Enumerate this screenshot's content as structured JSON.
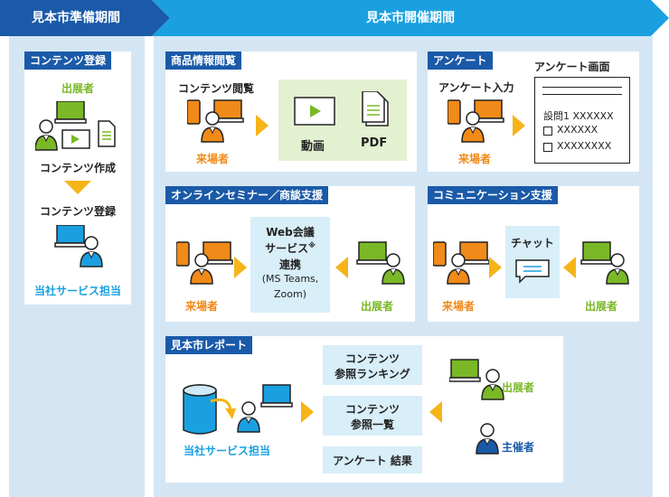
{
  "header": {
    "prep_period": "見本市準備期間",
    "event_period": "見本市開催期間"
  },
  "prep": {
    "tag": "コンテンツ登録",
    "exhibitor": "出展者",
    "create": "コンテンツ作成",
    "register": "コンテンツ登録",
    "service_staff": "当社サービス担当"
  },
  "browse": {
    "tag": "商品情報閲覧",
    "heading": "コンテンツ閲覧",
    "visitor": "来場者",
    "video": "動画",
    "pdf": "PDF"
  },
  "survey": {
    "tag": "アンケート",
    "input": "アンケート入力",
    "visitor": "来場者",
    "screen_title": "アンケート画面",
    "q1": "設問1 XXXXXX",
    "opt1": "XXXXXX",
    "opt2": "XXXXXXXX"
  },
  "seminar": {
    "tag": "オンラインセミナー／商談支援",
    "visitor": "来場者",
    "exhibitor": "出展者",
    "line1": "Web会議",
    "line2": "サービス",
    "note": "※",
    "line3": "連携",
    "line4": "(MS Teams,",
    "line5": "Zoom)"
  },
  "comm": {
    "tag": "コミュニケーション支援",
    "chat": "チャット",
    "visitor": "来場者",
    "exhibitor": "出展者"
  },
  "report": {
    "tag": "見本市レポート",
    "service_staff": "当社サービス担当",
    "ranking1": "コンテンツ",
    "ranking2": "参照ランキング",
    "list1": "コンテンツ",
    "list2": "参照一覧",
    "survey_result": "アンケート 結果",
    "exhibitor": "出展者",
    "organizer": "主催者"
  },
  "colors": {
    "navy": "#1a5aa8",
    "header_blue": "#1aa0e0",
    "orange": "#f08a18",
    "green": "#7ab827",
    "light_blue": "#d4e6f4",
    "pale_green": "#e3f1d1"
  }
}
